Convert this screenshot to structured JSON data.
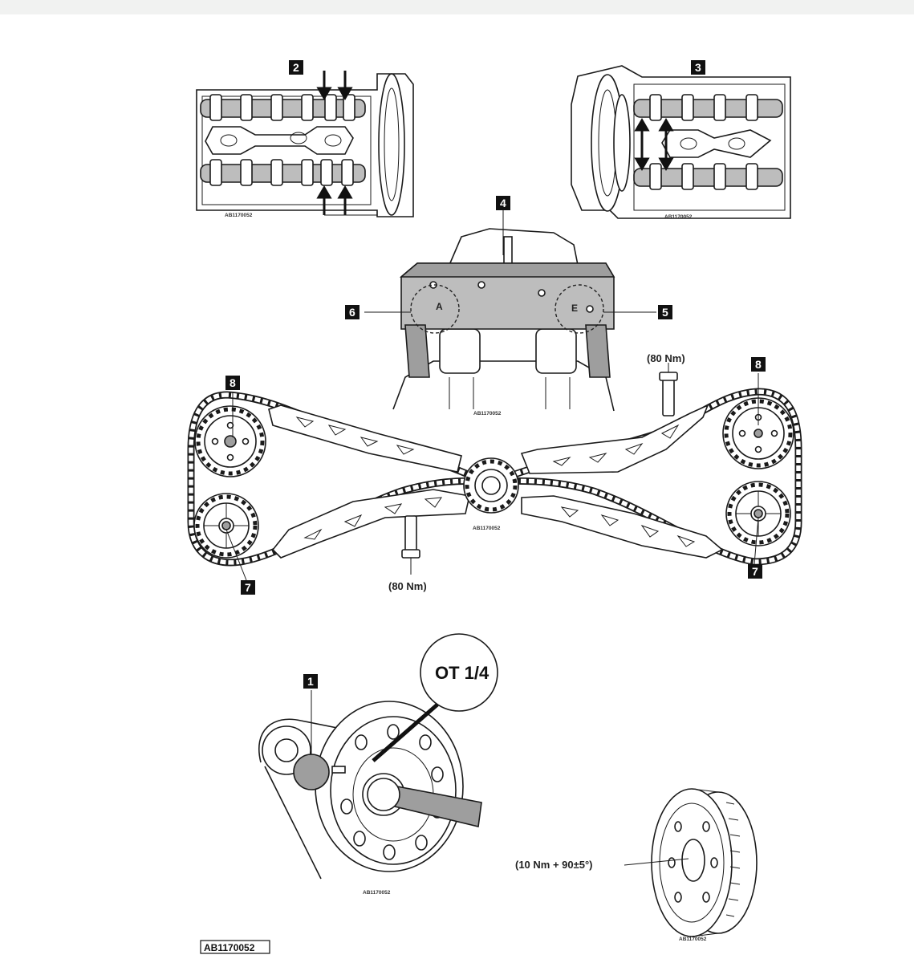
{
  "callouts": {
    "c1": "1",
    "c2": "2",
    "c3": "3",
    "c4": "4",
    "c5": "5",
    "c6": "6",
    "c7a": "7",
    "c7b": "7",
    "c8a": "8",
    "c8b": "8"
  },
  "torques": {
    "tensioner_top": "(80 Nm)",
    "tensioner_bottom": "(80 Nm)",
    "pulley_bolt": "(10 Nm + 90±5°)"
  },
  "marks": {
    "tdc": "OT 1/4",
    "letter_a": "A",
    "letter_e": "E"
  },
  "figure_codes": {
    "fig2": "AB1170052",
    "fig3": "AB1170052",
    "fig4": "AB1170052",
    "chain": "AB1170052",
    "crank": "AB1170052",
    "pulley": "AB1170052",
    "main": "AB1170052"
  }
}
